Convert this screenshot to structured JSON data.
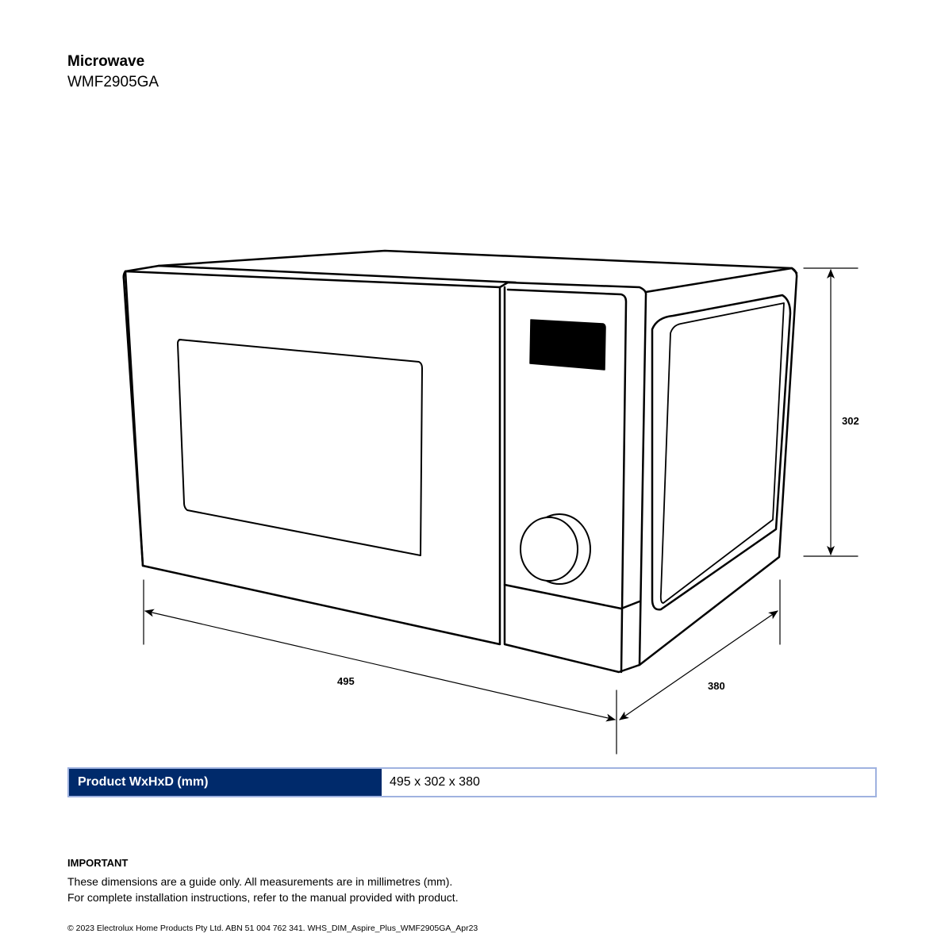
{
  "header": {
    "title": "Microwave",
    "model": "WMF2905GA"
  },
  "dimensions": {
    "width": "495",
    "height": "302",
    "depth": "380"
  },
  "spec_table": {
    "label": "Product WxHxD (mm)",
    "value": "495 x 302 x 380"
  },
  "important": {
    "heading": "IMPORTANT",
    "line1": "These dimensions are a guide only. All measurements are in millimetres (mm).",
    "line2": "For complete installation instructions, refer to the manual provided with product."
  },
  "footer": {
    "copyright": "© 2023 Electrolux Home Products Pty Ltd. ABN 51 004 762 341. WHS_DIM_Aspire_Plus_WMF2905GA_Apr23"
  },
  "colors": {
    "navy": "#002a6b",
    "border": "#9fb2e0"
  }
}
